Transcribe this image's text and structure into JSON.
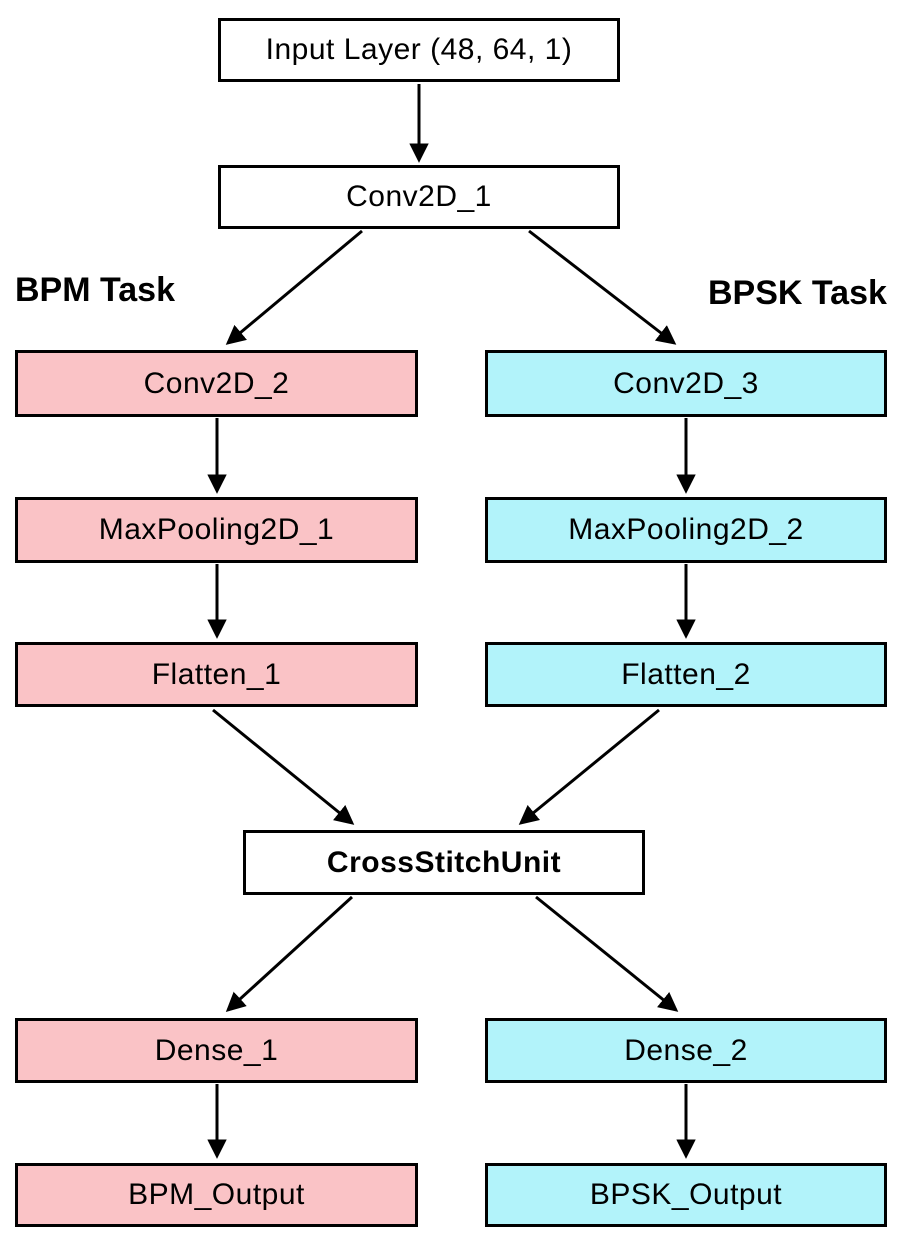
{
  "diagram": {
    "branch_labels": {
      "left": "BPM Task",
      "right": "BPSK Task"
    },
    "nodes": {
      "input_layer": "Input Layer (48, 64, 1)",
      "conv2d_1": "Conv2D_1",
      "conv2d_2": "Conv2D_2",
      "conv2d_3": "Conv2D_3",
      "maxpooling2d_1": "MaxPooling2D_1",
      "maxpooling2d_2": "MaxPooling2D_2",
      "flatten_1": "Flatten_1",
      "flatten_2": "Flatten_2",
      "cross_stitch_unit": "CrossStitchUnit",
      "dense_1": "Dense_1",
      "dense_2": "Dense_2",
      "bpm_output": "BPM_Output",
      "bpsk_output": "BPSK_Output"
    },
    "edges": [
      {
        "from": "input_layer",
        "to": "conv2d_1"
      },
      {
        "from": "conv2d_1",
        "to": "conv2d_2"
      },
      {
        "from": "conv2d_1",
        "to": "conv2d_3"
      },
      {
        "from": "conv2d_2",
        "to": "maxpooling2d_1"
      },
      {
        "from": "conv2d_3",
        "to": "maxpooling2d_2"
      },
      {
        "from": "maxpooling2d_1",
        "to": "flatten_1"
      },
      {
        "from": "maxpooling2d_2",
        "to": "flatten_2"
      },
      {
        "from": "flatten_1",
        "to": "cross_stitch_unit"
      },
      {
        "from": "flatten_2",
        "to": "cross_stitch_unit"
      },
      {
        "from": "cross_stitch_unit",
        "to": "dense_1"
      },
      {
        "from": "cross_stitch_unit",
        "to": "dense_2"
      },
      {
        "from": "dense_1",
        "to": "bpm_output"
      },
      {
        "from": "dense_2",
        "to": "bpsk_output"
      }
    ],
    "colors": {
      "bpm_branch_fill": "#FAC3C6",
      "bpsk_branch_fill": "#B2F3FA",
      "shared_fill": "#FFFFFF",
      "border": "#000000",
      "arrow": "#000000",
      "background": "#FFFFFF"
    }
  }
}
